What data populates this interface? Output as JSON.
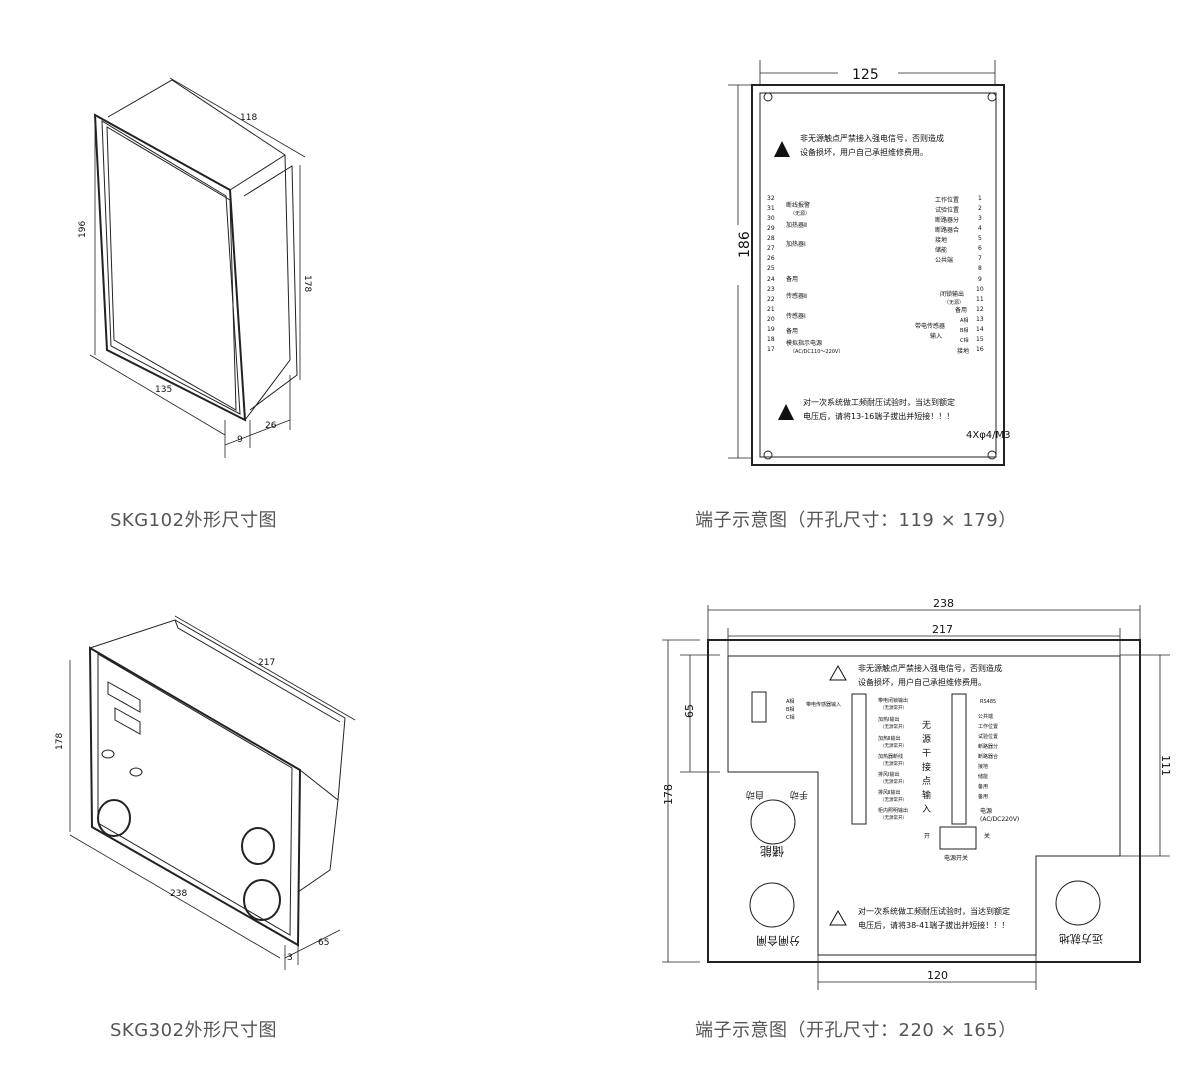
{
  "captions": {
    "skg102": "SKG102外形尺寸图",
    "terminal1": "端子示意图（开孔尺寸：119 × 179）",
    "skg302": "SKG302外形尺寸图",
    "terminal2": "端子示意图（开孔尺寸：220 × 165）"
  },
  "skg102_dims": {
    "depth": "118",
    "height": "196",
    "panel_height": "178",
    "width": "135",
    "d1": "9",
    "d2": "26"
  },
  "terminal1": {
    "width": "125",
    "height": "186",
    "warning_top_1": "非无源触点严禁接入强电信号，否则造成",
    "warning_top_2": "设备损坏，用户自己承担维修费用。",
    "warning_bottom_1": "对一次系统做工频耐压试验时，当达到额定",
    "warning_bottom_2": "电压后，请将13-16端子拔出并短接！！！",
    "mount": "4Xφ4/M3",
    "left_nums": [
      "32",
      "31",
      "30",
      "29",
      "28",
      "27",
      "26",
      "25",
      "24",
      "23",
      "22",
      "21",
      "20",
      "19",
      "18",
      "17"
    ],
    "left_labels": [
      "断线报警",
      "（无源）",
      "加热器Ⅱ",
      "加热器Ⅰ",
      "备用",
      "传感器Ⅱ",
      "传感器Ⅰ",
      "备用",
      "模拟指示电源",
      "（AC/DC110～220V）"
    ],
    "right_nums": [
      "1",
      "2",
      "3",
      "4",
      "5",
      "6",
      "7",
      "8",
      "9",
      "10",
      "11",
      "12",
      "13",
      "14",
      "15",
      "16"
    ],
    "right_labels": [
      "工作位置",
      "试验位置",
      "断路器分",
      "断路器合",
      "接地",
      "储能",
      "公共端",
      "闭锁输出",
      "（无源）",
      "备用",
      "A相",
      "B相",
      "C相",
      "带电传感器",
      "输入",
      "接地"
    ]
  },
  "skg302_dims": {
    "width": "217",
    "height": "178",
    "bottom": "238",
    "d1": "3",
    "d2": "65"
  },
  "terminal2": {
    "w_outer": "238",
    "w_inner": "217",
    "h_left_top": "65",
    "h_left": "178",
    "h_right": "111",
    "w_bottom": "120",
    "warning_top_1": "非无源触点严禁接入强电信号，否则造成",
    "warning_top_2": "设备损坏，用户自己承担维修费用。",
    "warning_bottom_1": "对一次系统做工频耐压试验时，当达到额定",
    "warning_bottom_2": "电压后，请将38-41端子拔出并短接！！！",
    "knob_labels": {
      "auto": "自动",
      "manual": "手动",
      "store": "储能",
      "open_close": "分闸合闸",
      "remote_local": "远方就地"
    },
    "power_switch": "电源开关",
    "open": "开",
    "close": "关",
    "sensor_input": "带电传感器输入",
    "phases": [
      "A相",
      "B相",
      "C相"
    ],
    "rs485": "RS485",
    "power_label": "电源",
    "power_spec": "(AC/DC220V)",
    "passive_input": [
      "无",
      "源",
      "干",
      "接",
      "点",
      "输",
      "入"
    ],
    "mid_labels": [
      "带电闭锁输出",
      "（无源常开）",
      "加热Ⅰ输出",
      "（无源常开）",
      "加热Ⅱ输出",
      "（无源常开）",
      "加热器断线",
      "（无源常开）",
      "排风Ⅰ输出",
      "（无源常开）",
      "排风Ⅱ输出",
      "（无源常开）",
      "柜内照明输出",
      "（无源常开）"
    ],
    "right_labels": [
      "公共端",
      "工作位置",
      "试验位置",
      "断路器分",
      "断路器合",
      "接地",
      "储能",
      "备用",
      "备用"
    ]
  }
}
